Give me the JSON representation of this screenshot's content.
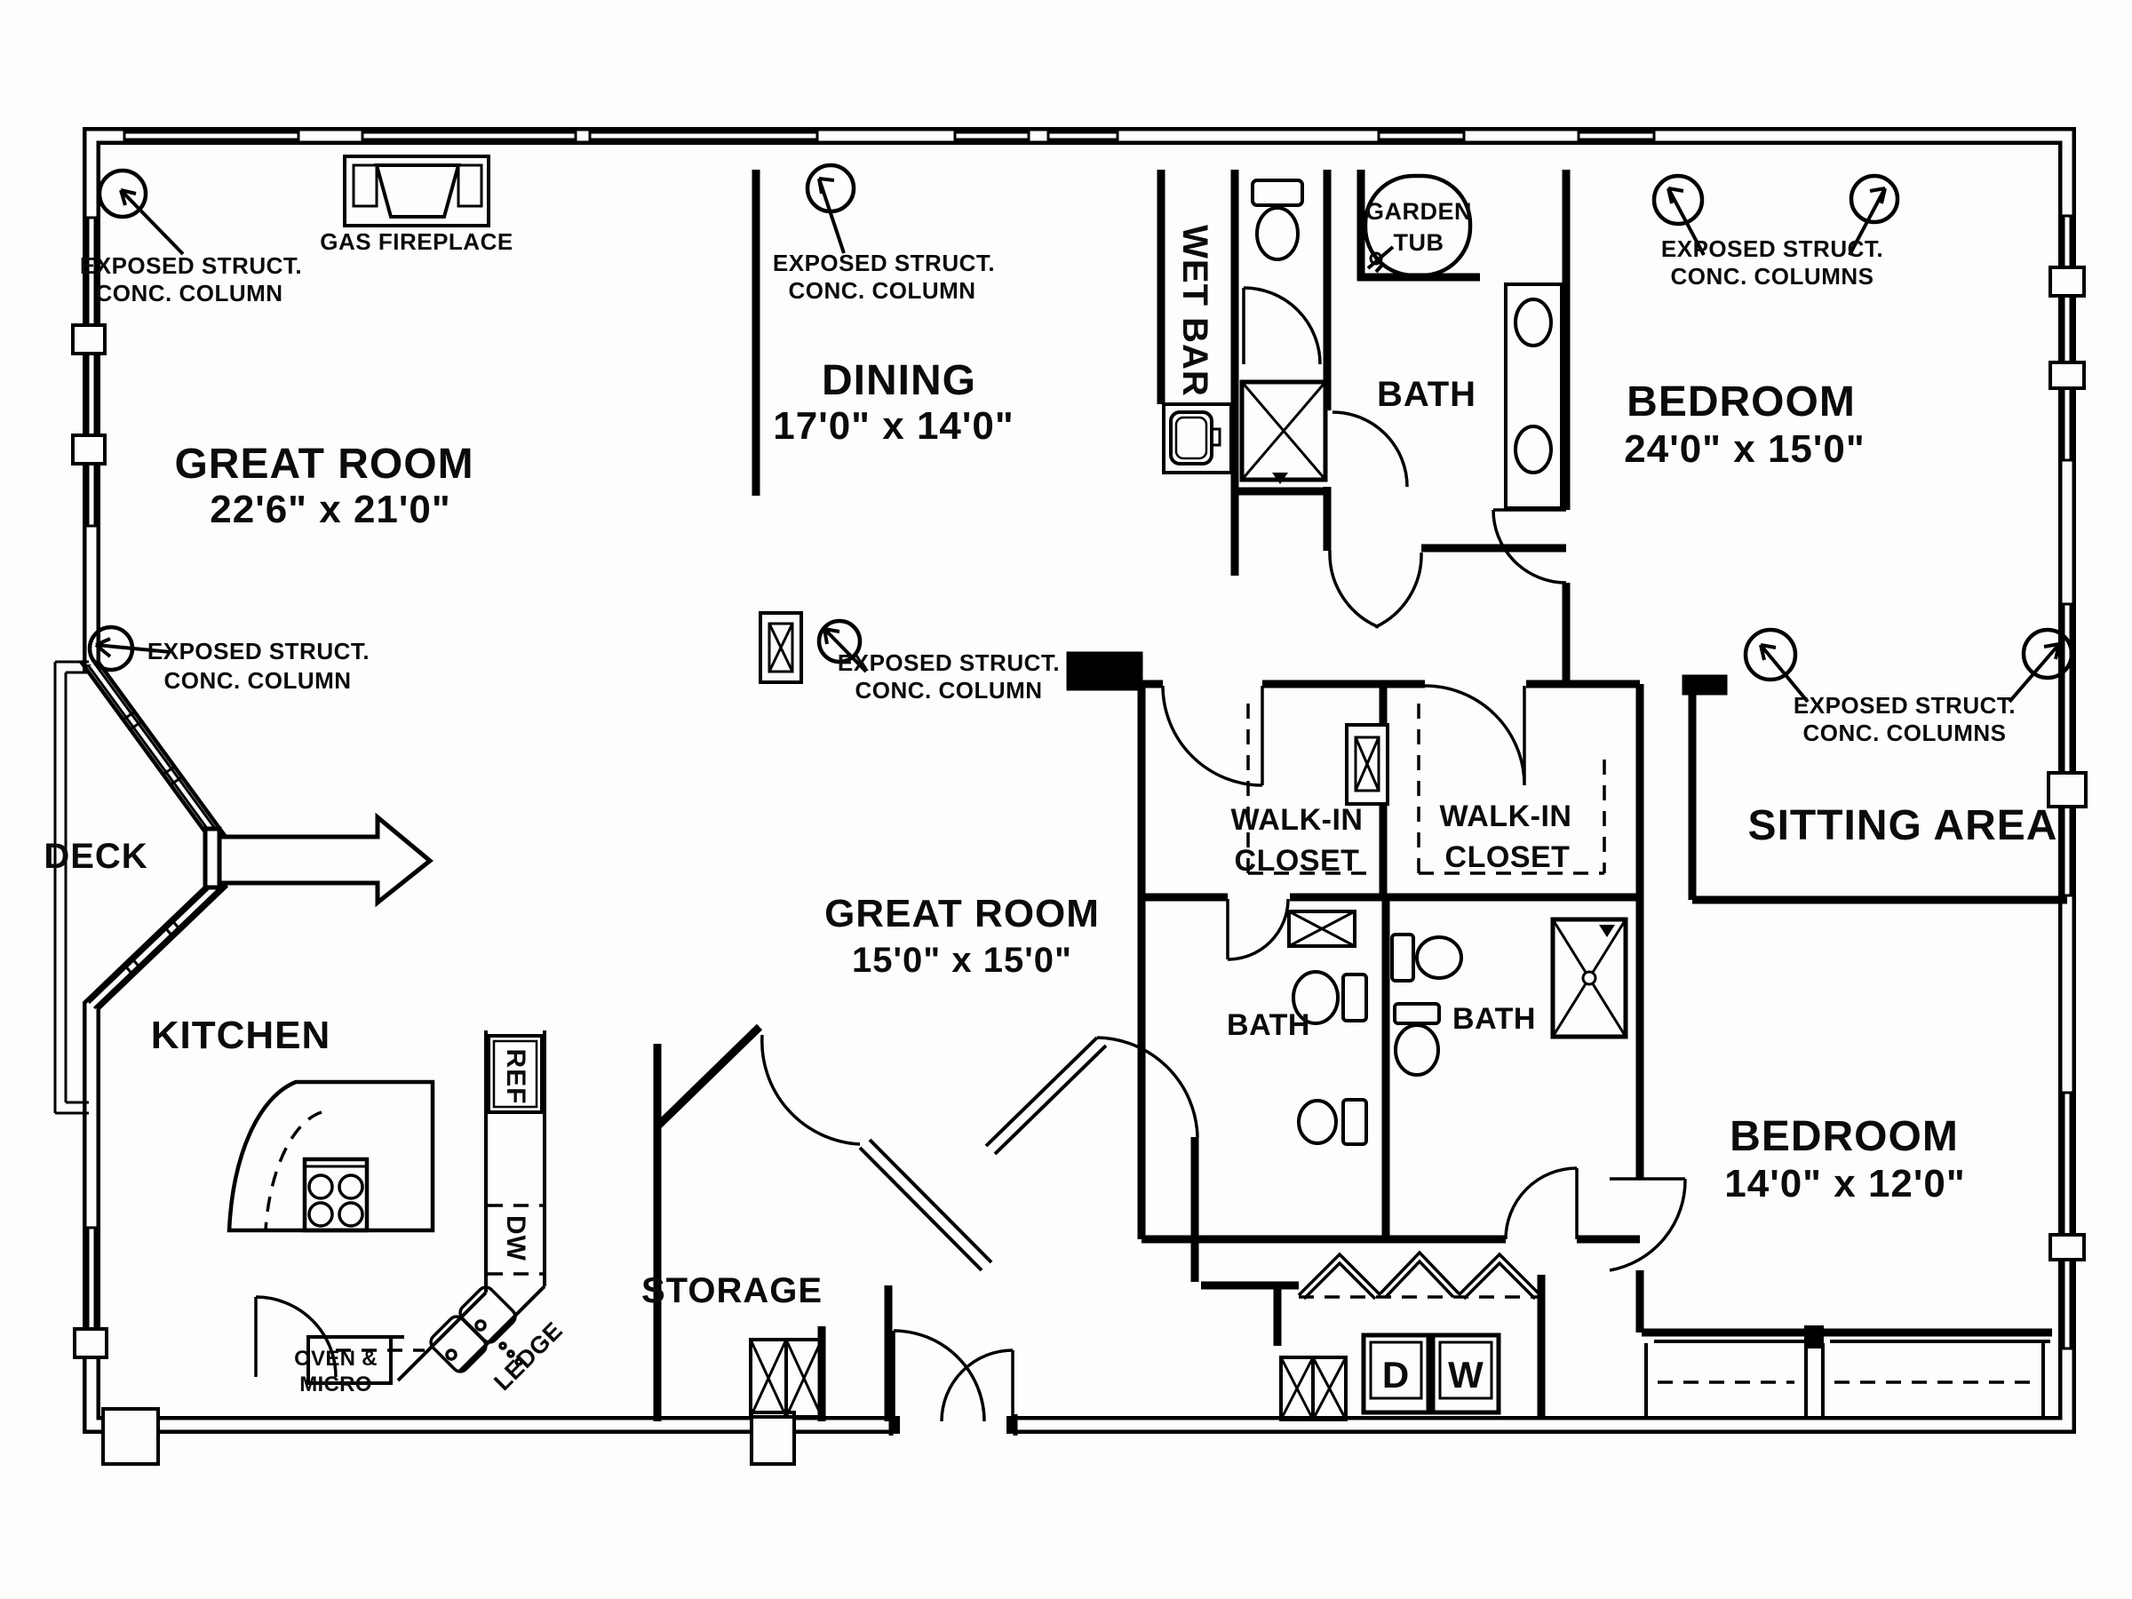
{
  "plan": {
    "rooms": {
      "great_room_main": {
        "name": "GREAT ROOM",
        "dims": "22'6\" x 21'0\""
      },
      "dining": {
        "name": "DINING",
        "dims": "17'0\" x 14'0\""
      },
      "great_room_center": {
        "name": "GREAT ROOM",
        "dims": "15'0\" x 15'0\""
      },
      "bedroom_master": {
        "name": "BEDROOM",
        "dims": "24'0\" x 15'0\""
      },
      "bedroom_second": {
        "name": "BEDROOM",
        "dims": "14'0\" x 12'0\""
      },
      "sitting_area": {
        "name": "SITTING AREA"
      },
      "kitchen": {
        "name": "KITCHEN"
      },
      "deck": {
        "name": "DECK"
      },
      "storage": {
        "name": "STORAGE"
      },
      "wet_bar": {
        "name": "WET BAR"
      },
      "bath": {
        "name": "BATH"
      },
      "walk_in_closet": {
        "line1": "WALK-IN",
        "line2": "CLOSET"
      }
    },
    "fixtures": {
      "garden_tub": {
        "line1": "GARDEN",
        "line2": "TUB"
      },
      "gas_fireplace": "GAS FIREPLACE",
      "refrigerator": "REF",
      "dishwasher": "DW",
      "ledge": "LEDGE",
      "oven_micro": {
        "line1": "OVEN &",
        "line2": "MICRO"
      },
      "dryer": "D",
      "washer": "W"
    },
    "annotations": {
      "exposed_line1": "EXPOSED STRUCT.",
      "exposed_single_line2": "CONC. COLUMN",
      "exposed_plural_line2": "CONC. COLUMNS"
    },
    "colors": {
      "ink": "#000000",
      "paper": "#fdfdfc"
    }
  }
}
